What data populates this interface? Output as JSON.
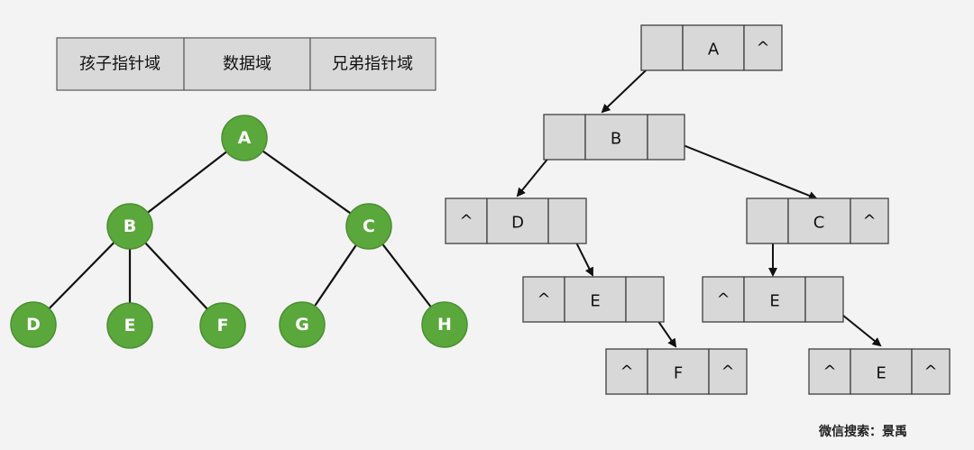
{
  "legend": {
    "cells": [
      "孩子指针域",
      "数据域",
      "兄弟指针域"
    ]
  },
  "tree": {
    "nodes": [
      "A",
      "B",
      "C",
      "D",
      "E",
      "F",
      "G",
      "H"
    ]
  },
  "linked": {
    "nodes": [
      {
        "id": "A",
        "cells": [
          "",
          "A",
          "^"
        ]
      },
      {
        "id": "B",
        "cells": [
          "",
          "B",
          ""
        ]
      },
      {
        "id": "D",
        "cells": [
          "^",
          "D",
          ""
        ]
      },
      {
        "id": "C",
        "cells": [
          "",
          "C",
          "^"
        ]
      },
      {
        "id": "E1",
        "cells": [
          "^",
          "E",
          ""
        ]
      },
      {
        "id": "E2",
        "cells": [
          "^",
          "E",
          ""
        ]
      },
      {
        "id": "F",
        "cells": [
          "^",
          "F",
          "^"
        ]
      },
      {
        "id": "E3",
        "cells": [
          "^",
          "E",
          "^"
        ]
      }
    ]
  },
  "watermark": "微信搜索：景禹",
  "colors": {
    "node_fill": "#5aa83c",
    "node_stroke": "#4a8f30",
    "cell_fill": "#d8d8d8",
    "background": "#f3f3f3"
  }
}
